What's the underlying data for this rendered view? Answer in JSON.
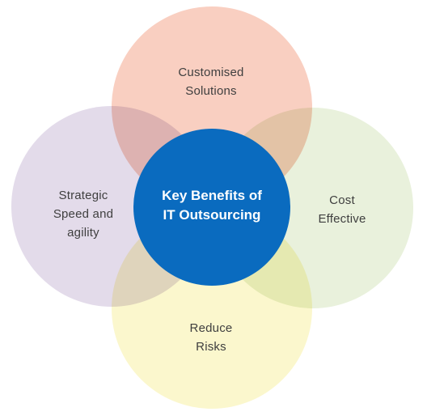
{
  "diagram": {
    "center": {
      "label": "Key Benefits of\nIT Outsourcing",
      "color": "#0a6bbf"
    },
    "petals": [
      {
        "id": "top",
        "label": "Customised\nSolutions",
        "color": "#f9cfc1"
      },
      {
        "id": "left",
        "label": "Strategic\nSpeed and\nagility",
        "color": "#e3dbea"
      },
      {
        "id": "right",
        "label": "Cost\nEffective",
        "color": "#e9f1dc"
      },
      {
        "id": "bottom",
        "label": "Reduce\nRisks",
        "color": "#fbf7cd"
      }
    ]
  }
}
